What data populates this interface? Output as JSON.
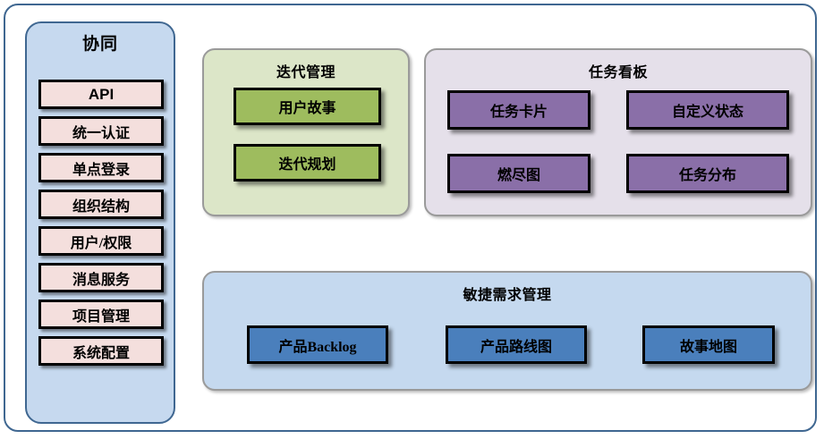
{
  "diagram": {
    "sidebar": {
      "title": "协同",
      "items": [
        {
          "label": "API",
          "script": "latin"
        },
        {
          "label": "统一认证",
          "script": "cjk"
        },
        {
          "label": "单点登录",
          "script": "cjk"
        },
        {
          "label": "组织结构",
          "script": "cjk"
        },
        {
          "label": "用户/权限",
          "script": "cjk"
        },
        {
          "label": "消息服务",
          "script": "cjk"
        },
        {
          "label": "项目管理",
          "script": "cjk"
        },
        {
          "label": "系统配置",
          "script": "cjk"
        }
      ]
    },
    "panels": [
      {
        "id": "iteration",
        "title": "迭代管理",
        "panel_color": "#dce6c8",
        "node_color": "#9ebc5e",
        "nodes": [
          {
            "label": "用户故事"
          },
          {
            "label": "迭代规划"
          }
        ]
      },
      {
        "id": "taskboard",
        "title": "任务看板",
        "panel_color": "#e5e0ea",
        "node_color": "#8a6fa8",
        "nodes": [
          {
            "label": "任务卡片"
          },
          {
            "label": "自定义状态"
          },
          {
            "label": "燃尽图"
          },
          {
            "label": "任务分布"
          }
        ]
      },
      {
        "id": "agile",
        "title": "敏捷需求管理",
        "panel_color": "#c5d9ef",
        "node_color": "#4a7fbc",
        "nodes": [
          {
            "label": "产品Backlog"
          },
          {
            "label": "产品路线图"
          },
          {
            "label": "故事地图"
          }
        ]
      }
    ],
    "colors": {
      "frame_border": "#3f6791",
      "sidebar_bg": "#c6d9ef",
      "sidebar_item_bg": "#f4dfdd",
      "node_border": "#000000",
      "panel_border": "#9a9a9a"
    }
  }
}
